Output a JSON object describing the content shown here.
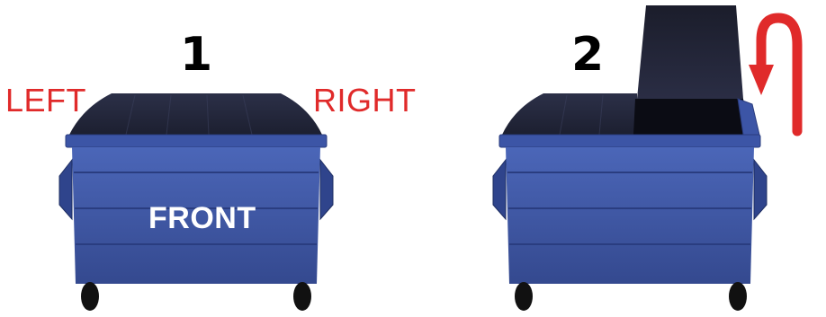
{
  "panels": [
    {
      "number": "1",
      "labels": {
        "left": "LEFT",
        "right": "RIGHT",
        "front": "FRONT"
      }
    },
    {
      "number": "2"
    }
  ],
  "colors": {
    "body_blue": "#3f58a8",
    "lid_dark": "#22253a",
    "label_red": "#e02a2a",
    "wheel": "#111111"
  },
  "icons": {
    "rotate_arrow": "curved-arrow-icon"
  }
}
